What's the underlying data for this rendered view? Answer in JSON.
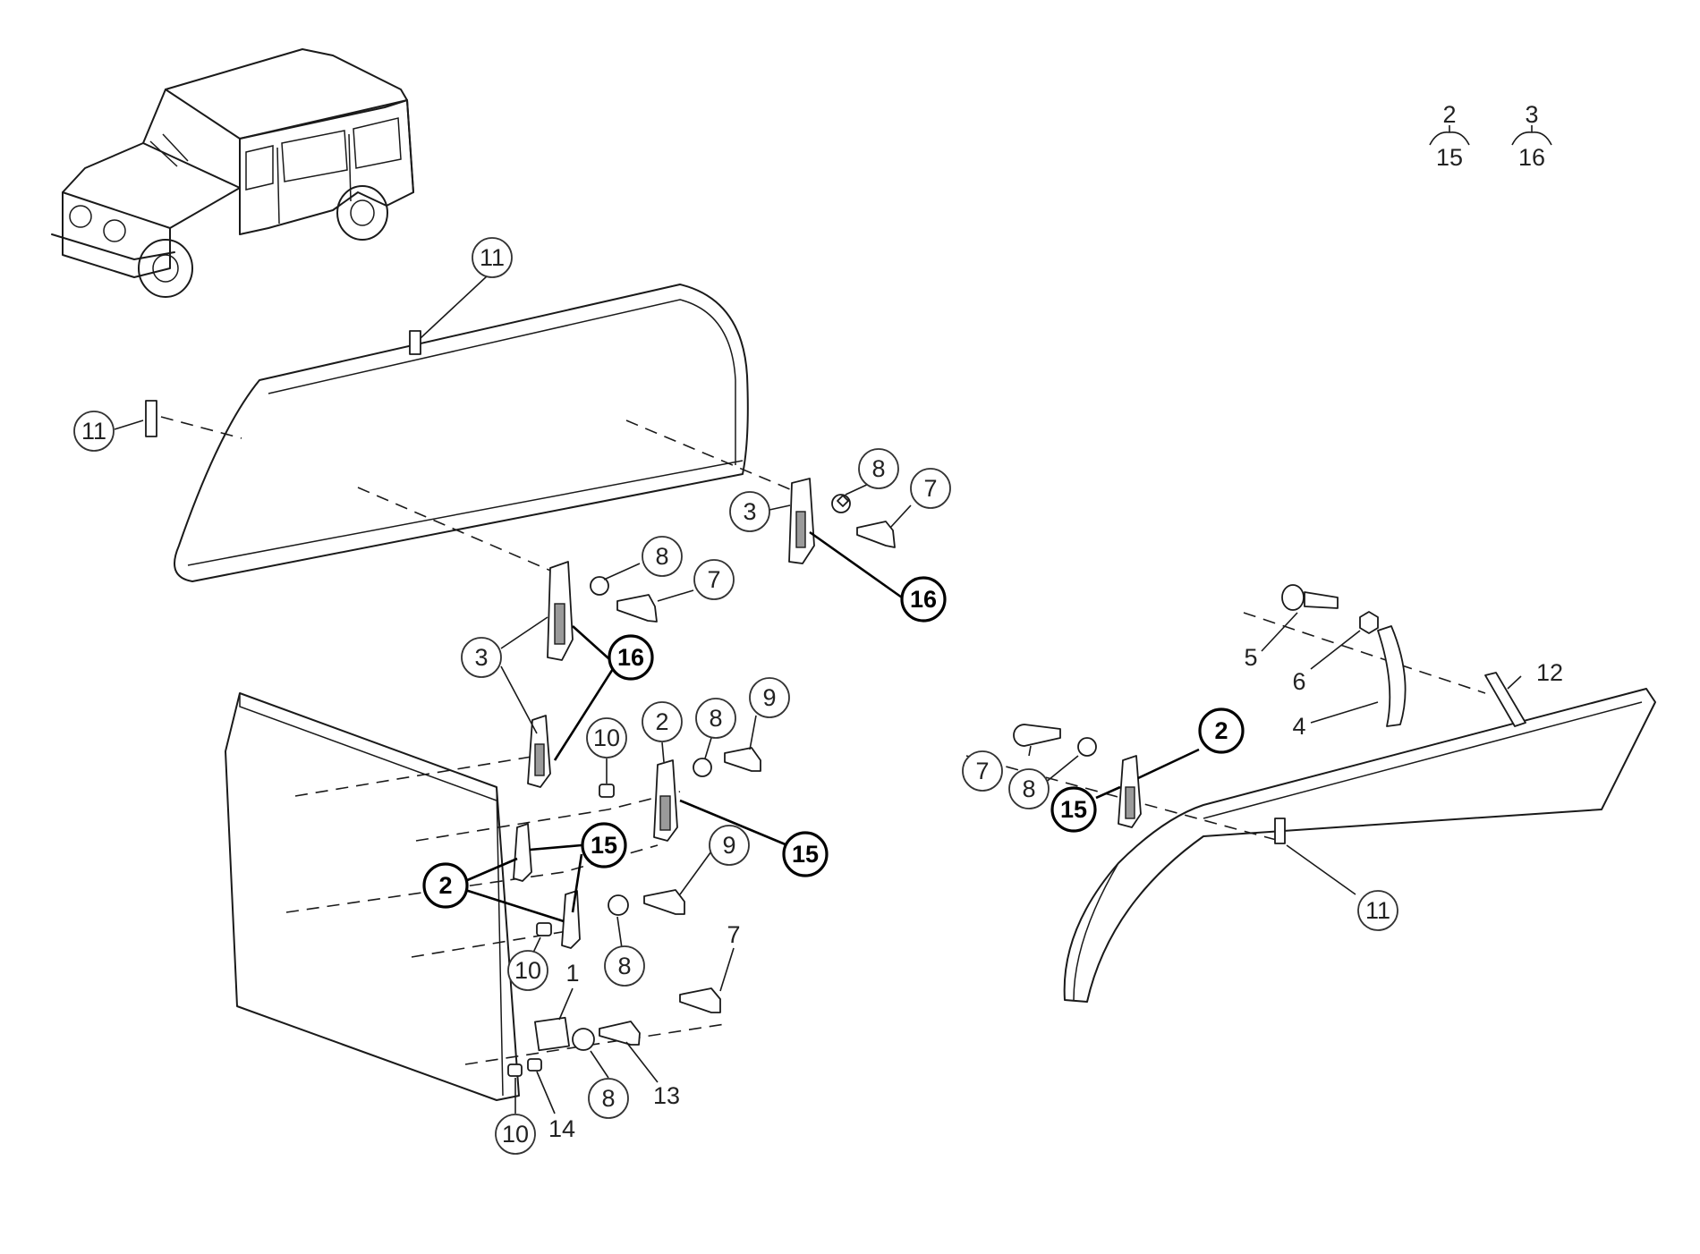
{
  "legend": {
    "group_a_top": "2",
    "group_a_bottom": "15",
    "group_b_top": "3",
    "group_b_bottom": "16"
  },
  "callouts": {
    "top_cover_tab": "11",
    "top_cover_left_tab": "11",
    "upper_right_hinge": "3",
    "upper_right_washer": "8",
    "upper_right_screw": "7",
    "upper_right_plate": "16",
    "center_washer": "8",
    "center_screw": "7",
    "center_hinge": "3",
    "center_plate": "16",
    "spacer_upper": "10",
    "lower_hinge_upper": "2",
    "lower_washer_upper": "8",
    "lower_screw_upper": "9",
    "lower_plate_upper_right": "15",
    "lower_plate_left": "15",
    "lower_hinge_left": "2",
    "lower_screw_mid": "9",
    "spacer_mid": "10",
    "lower_washer_mid": "8",
    "striker_plate": "1",
    "bottom_screw": "7",
    "bottom_washer": "8",
    "bottom_screw_13": "13",
    "bottom_spacer_left": "10",
    "bottom_spacer_right": "14",
    "right_bumper": "5",
    "right_nut": "6",
    "right_bracket": "4",
    "right_rail": "12",
    "right_hinge": "2",
    "right_plate": "15",
    "right_screw": "7",
    "right_washer": "8",
    "right_tab": "11"
  }
}
